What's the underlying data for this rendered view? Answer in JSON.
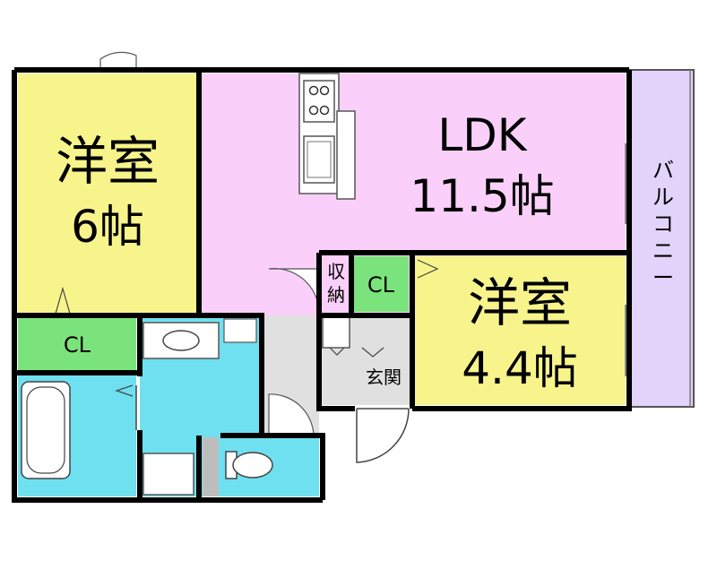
{
  "rooms": {
    "western_6": {
      "name": "洋室",
      "size": "6帖",
      "color": "#f8f48c"
    },
    "ldk": {
      "name": "LDK",
      "size": "11.5帖",
      "color": "#fad0fb"
    },
    "western_44": {
      "name": "洋室",
      "size": "4.4帖",
      "color": "#f8f48c"
    },
    "closet_left": {
      "label": "CL",
      "color": "#7be37b"
    },
    "closet_mid": {
      "label": "CL",
      "color": "#7be37b"
    },
    "storage": {
      "line1": "収",
      "line2": "納",
      "color": "#fad0fb"
    },
    "entrance": {
      "label": "玄関",
      "color": "#e0e0e0"
    },
    "balcony": {
      "label": "バルコニー",
      "color": "#e2d3fa"
    },
    "bath": {
      "color": "#6fe0f0"
    },
    "washroom": {
      "color": "#6fe0f0"
    },
    "toilet": {
      "color": "#6fe0f0"
    },
    "hall": {
      "color": "#e0e0e0"
    }
  }
}
